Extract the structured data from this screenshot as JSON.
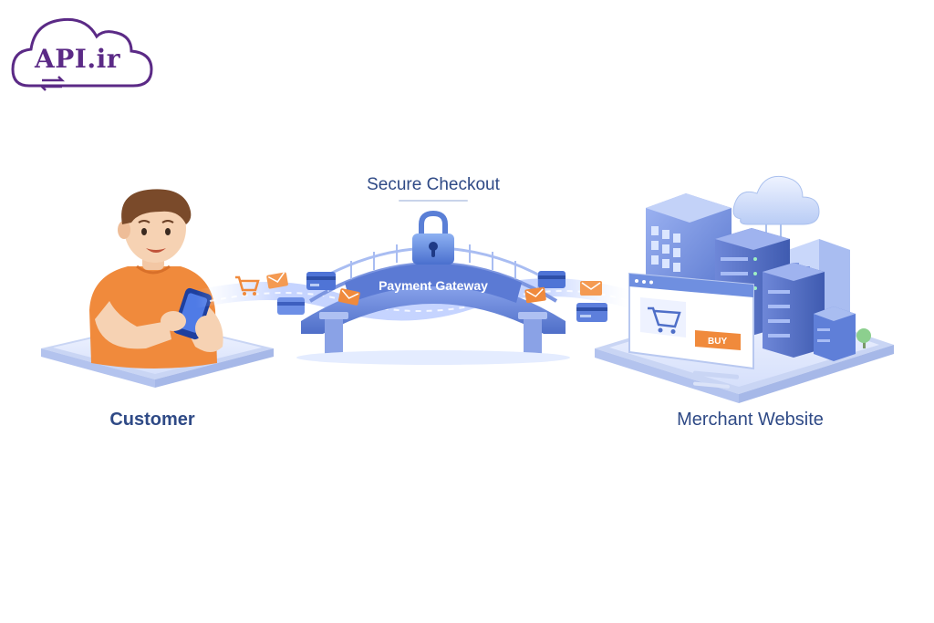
{
  "logo": {
    "text": "API.ir"
  },
  "labels": {
    "secure_checkout": "Secure Checkout",
    "payment_gateway": "Payment Gateway",
    "customer": "Customer",
    "merchant": "Merchant Website",
    "buy": "BUY"
  },
  "icons": {
    "logo": "cloud-logo-icon",
    "exchange": "exchange-arrows-icon",
    "lock": "padlock-icon",
    "cart": "shopping-cart-icon",
    "card": "credit-card-icon",
    "envelope": "envelope-icon",
    "cloud": "cloud-icon",
    "server": "server-rack-icon",
    "building": "office-building-icon",
    "tree": "tree-icon"
  },
  "colors": {
    "brand_purple": "#5b2a86",
    "label_blue": "#2f4a86",
    "bridge_blue": "#6f8fe0",
    "accent_orange": "#f08a3c",
    "platform": "#e9efff"
  }
}
